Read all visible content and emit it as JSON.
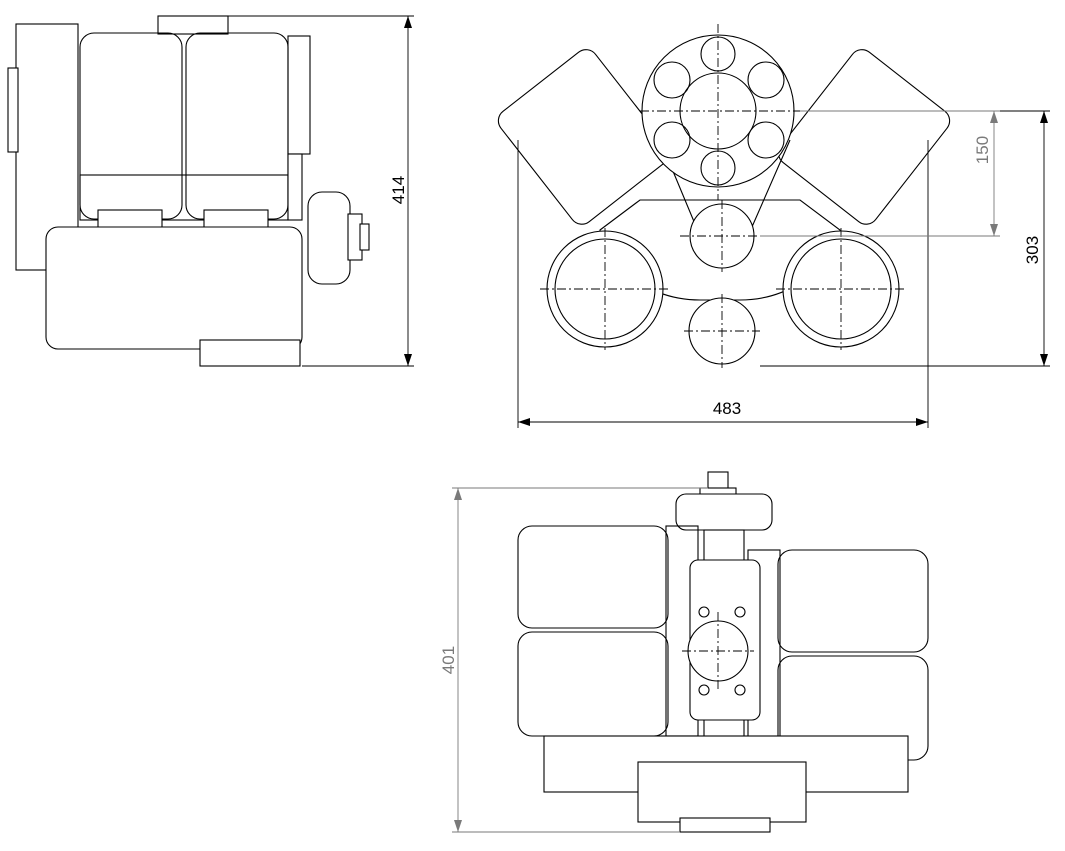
{
  "dimensions": {
    "side_height": "414",
    "front_width": "483",
    "front_inner_height": "150",
    "front_total_height": "303",
    "top_depth": "401"
  },
  "colors": {
    "line": "#000000",
    "secondary_dimension": "#7a7a7a",
    "background": "#ffffff"
  }
}
